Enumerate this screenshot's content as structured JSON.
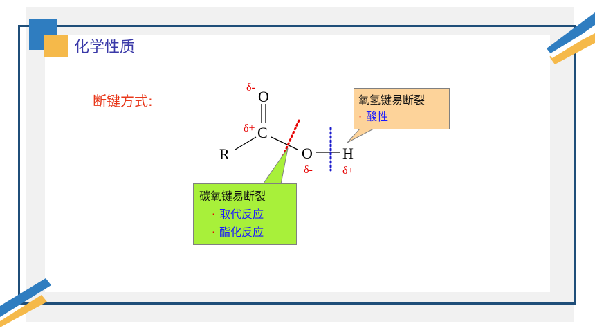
{
  "slide": {
    "title": "化学性质",
    "section_label": "断键方式:"
  },
  "structure": {
    "atom_O_top": "O",
    "atom_C": "C",
    "atom_R": "R",
    "atom_O_mid": "O",
    "atom_H": "H",
    "delta_O_top": "δ-",
    "delta_C": "δ+",
    "delta_O_mid": "δ-",
    "delta_H": "δ+"
  },
  "callouts": {
    "oh_break": {
      "heading": "氧氢键易断裂",
      "items": [
        "酸性"
      ]
    },
    "co_break": {
      "heading": "碳氧键易断裂",
      "items": [
        "取代反应",
        "酯化反应"
      ]
    }
  },
  "colors": {
    "frame": "#1f4e79",
    "accent_blue": "#2f7dc0",
    "accent_yellow": "#f5b94a",
    "title": "#3a39a8",
    "section_label": "#e8381b",
    "oh_callout_bg": "#fdd39a",
    "co_callout_bg": "#a8f03a",
    "co_dotted_line": "#e60000",
    "oh_dotted_line": "#1a1acc"
  }
}
